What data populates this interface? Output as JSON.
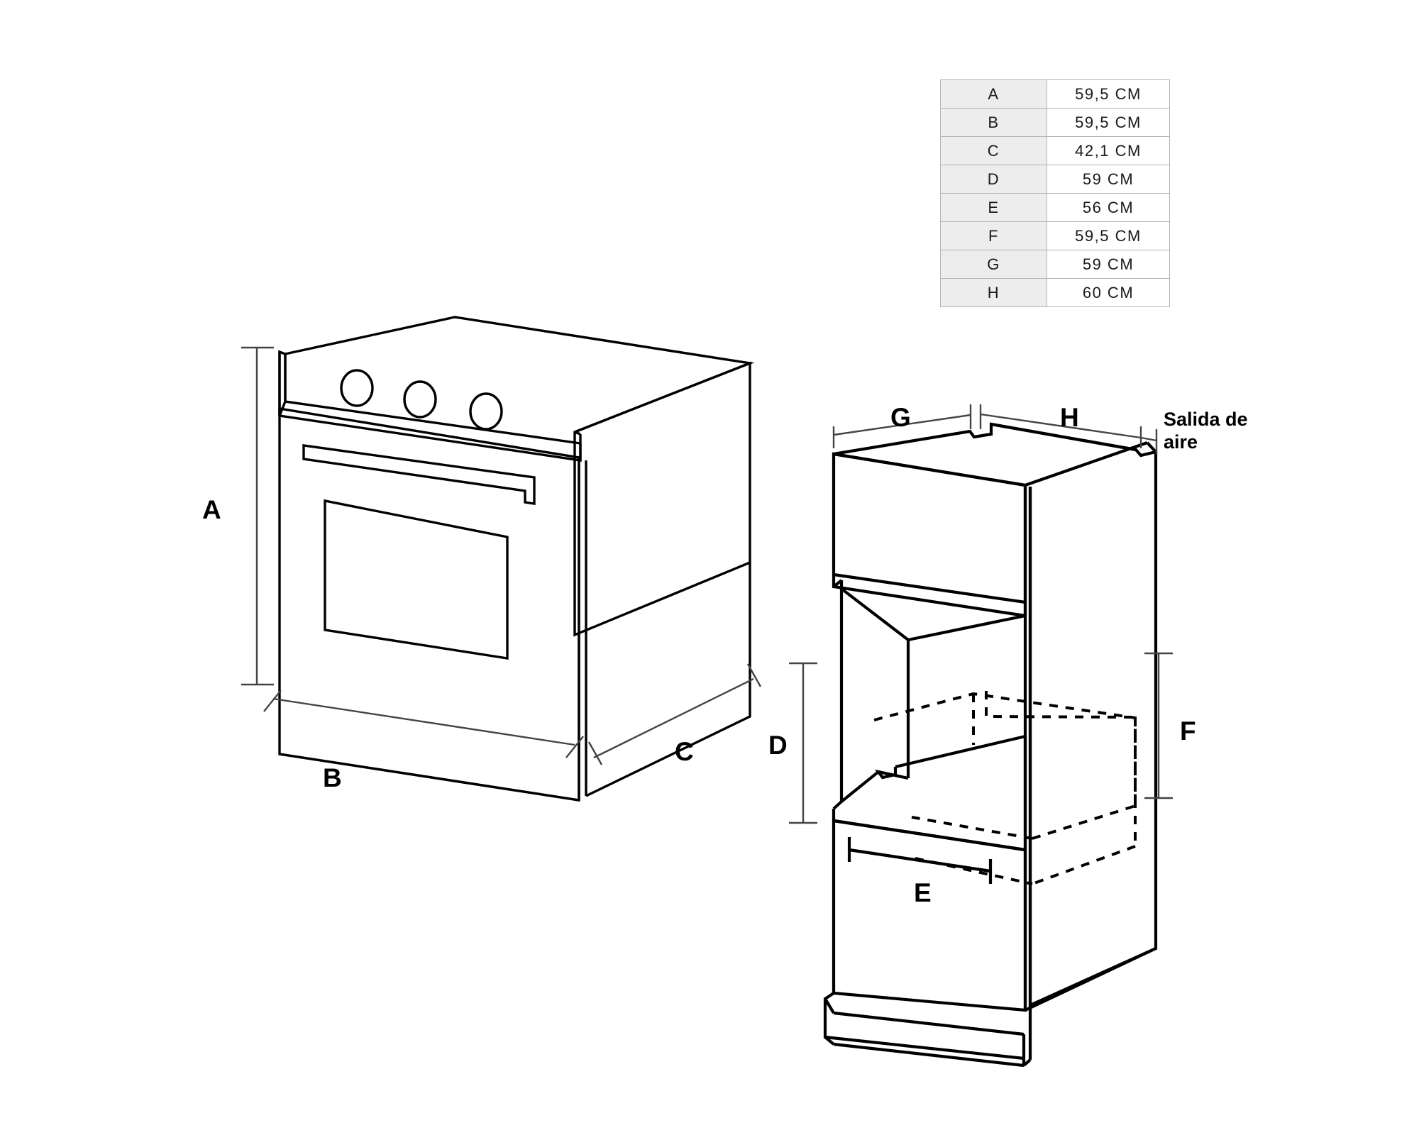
{
  "page": {
    "language": "es",
    "background_color": "#ffffff",
    "line_color": "#000000"
  },
  "dimension_table": {
    "name": "dimension-table",
    "header_visible": false,
    "row_key_bg": "#ededed",
    "row_val_bg": "#ffffff",
    "border_color": "#b3b3b3",
    "rows": [
      {
        "key": "A",
        "value": "59,5 CM"
      },
      {
        "key": "B",
        "value": "59,5 CM"
      },
      {
        "key": "C",
        "value": "42,1 CM"
      },
      {
        "key": "D",
        "value": "59 CM"
      },
      {
        "key": "E",
        "value": "56 CM"
      },
      {
        "key": "F",
        "value": "59,5 CM"
      },
      {
        "key": "G",
        "value": "59 CM"
      },
      {
        "key": "H",
        "value": "60 CM"
      }
    ]
  },
  "oven_drawing": {
    "name": "built-in-oven-isometric",
    "labels": {
      "height": "A",
      "width": "B",
      "depth": "C"
    },
    "parts": [
      "control-panel",
      "control-knob-1",
      "control-knob-2",
      "control-knob-3",
      "door-handle",
      "door-window",
      "oven-door",
      "oven-top",
      "oven-side"
    ]
  },
  "cabinet_drawing": {
    "name": "cabinet-niche-isometric",
    "labels": {
      "niche_height": "D",
      "niche_width": "E",
      "niche_depth_right": "F",
      "top_left_span": "G",
      "top_right_span": "H"
    },
    "annotation": {
      "line1": "Salida de",
      "line2": "aire"
    },
    "parts": [
      "cabinet-top-panel",
      "air-outlet-notch",
      "upper-compartment",
      "niche-opening",
      "shelf",
      "lower-door",
      "lower-door-handle",
      "plinth",
      "hidden-oven-outline"
    ]
  }
}
